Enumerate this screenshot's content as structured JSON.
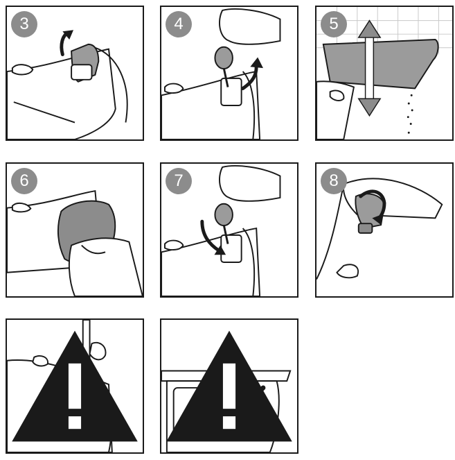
{
  "colors": {
    "badge": "#8c8c8c",
    "line": "#1a1a1a",
    "grey_part": "#9b9b9b",
    "arrow_grey": "#8c8c8c",
    "tile_bg": "#e9e9e9"
  },
  "steps": [
    {
      "number": "3",
      "icon": "rotate-arrow-icon"
    },
    {
      "number": "4",
      "icon": "pull-up-arrow-icon"
    },
    {
      "number": "5",
      "icon": "shake-up-down-arrows-icon"
    },
    {
      "number": "6",
      "icon": "cloth-wipe-icon"
    },
    {
      "number": "7",
      "icon": "insert-down-arrow-icon"
    },
    {
      "number": "8",
      "icon": "rotate-close-arrow-icon"
    }
  ],
  "warnings": [
    {
      "icon": "warning-triangle-icon",
      "mark": "cross-icon"
    },
    {
      "icon": "warning-triangle-icon",
      "mark": "pointer-arrow-icon"
    }
  ]
}
